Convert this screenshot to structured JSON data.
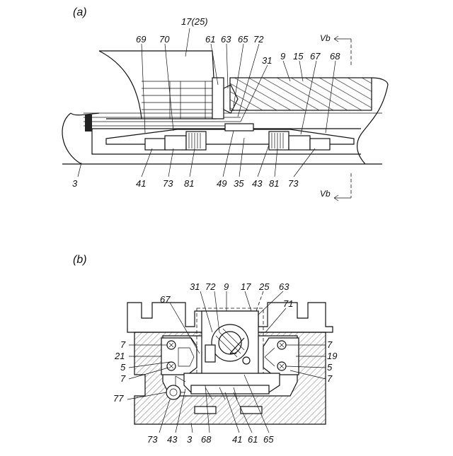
{
  "figure_a": {
    "label": "(a)",
    "part_labels": [
      "17(25)",
      "69",
      "70",
      "61",
      "63",
      "65",
      "72",
      "31",
      "9",
      "15",
      "67",
      "68",
      "3",
      "41",
      "73",
      "81",
      "49",
      "35",
      "43",
      "81",
      "73"
    ],
    "section_marks": [
      "Vb",
      "Vb"
    ]
  },
  "figure_b": {
    "label": "(b)",
    "part_labels": [
      "31",
      "72",
      "9",
      "17",
      "25",
      "63",
      "67",
      "71",
      "7",
      "21",
      "5",
      "7",
      "77",
      "7",
      "19",
      "5",
      "7",
      "73",
      "43",
      "3",
      "68",
      "41",
      "61",
      "65"
    ]
  }
}
